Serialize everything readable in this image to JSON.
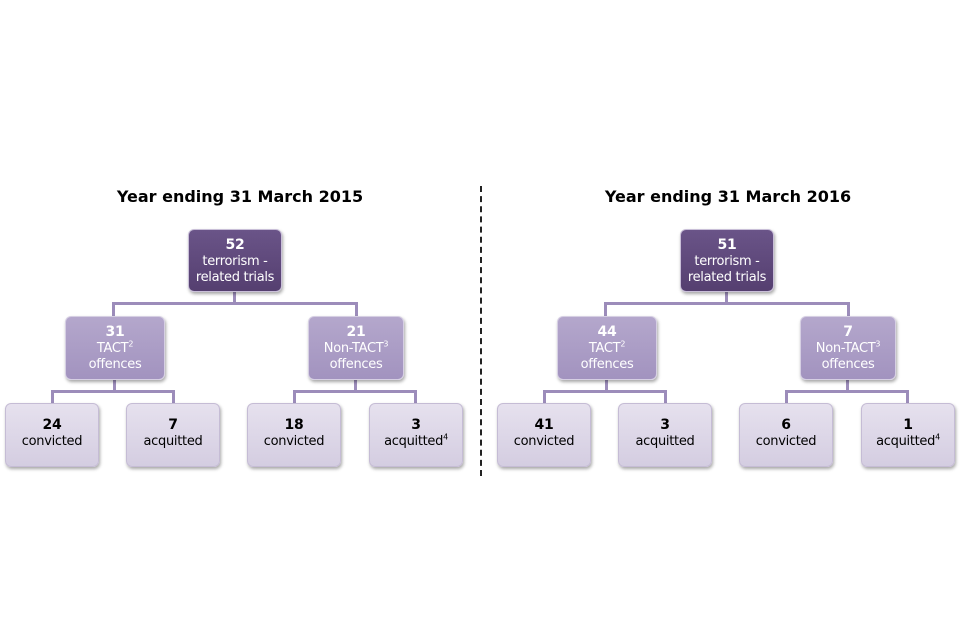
{
  "colors": {
    "top": "#5c4677",
    "middle": "#a99bc4",
    "bottom": "#dcd6e6",
    "connector": "#9c8cba"
  },
  "panels": [
    {
      "title": "Year ending 31 March 2015",
      "top": {
        "value": "52",
        "label": "terrorism - related trials"
      },
      "middle": [
        {
          "value": "31",
          "label": "TACT",
          "sup": "2",
          "label2": "offences"
        },
        {
          "value": "21",
          "label": "Non-TACT",
          "sup": "3",
          "label2": "offences"
        }
      ],
      "bottom": [
        {
          "value": "24",
          "label": "convicted",
          "sup": ""
        },
        {
          "value": "7",
          "label": "acquitted",
          "sup": ""
        },
        {
          "value": "18",
          "label": "convicted",
          "sup": ""
        },
        {
          "value": "3",
          "label": "acquitted",
          "sup": "4"
        }
      ]
    },
    {
      "title": "Year ending 31 March 2016",
      "top": {
        "value": "51",
        "label": "terrorism - related trials"
      },
      "middle": [
        {
          "value": "44",
          "label": "TACT",
          "sup": "2",
          "label2": "offences"
        },
        {
          "value": "7",
          "label": "Non-TACT",
          "sup": "3",
          "label2": "offences"
        }
      ],
      "bottom": [
        {
          "value": "41",
          "label": "convicted",
          "sup": ""
        },
        {
          "value": "3",
          "label": "acquitted",
          "sup": ""
        },
        {
          "value": "6",
          "label": "convicted",
          "sup": ""
        },
        {
          "value": "1",
          "label": "acquitted",
          "sup": "4"
        }
      ]
    }
  ]
}
